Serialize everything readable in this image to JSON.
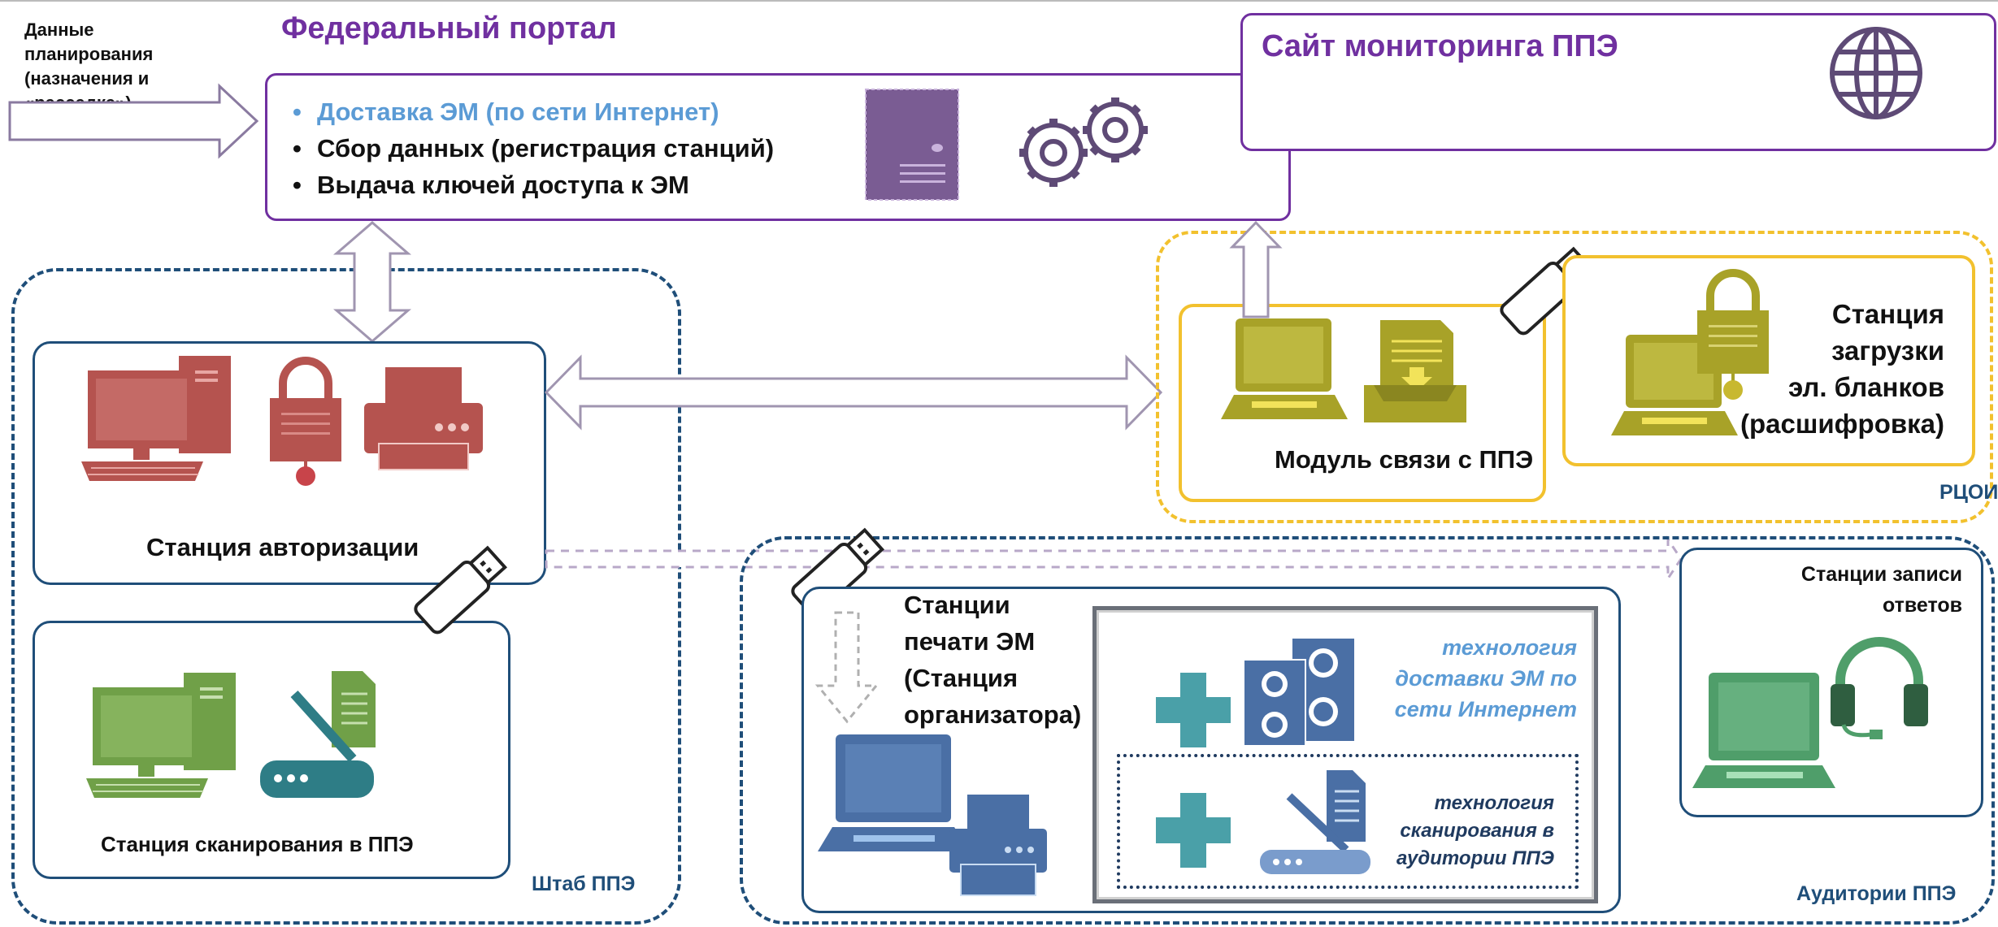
{
  "input": {
    "lines": [
      "Данные",
      "планирования",
      "(назначения и",
      "«рассадка»)"
    ]
  },
  "federal": {
    "title": "Федеральный портал",
    "bullets": [
      "Доставка ЭМ (по сети Интернет)",
      "Сбор данных (регистрация станций)",
      "Выдача ключей доступа к ЭМ"
    ]
  },
  "monitoring": {
    "title": "Сайт мониторинга ППЭ"
  },
  "shtab": {
    "label": "Штаб ППЭ",
    "auth_station": "Станция авторизации",
    "scan_station": "Станция сканирования в ППЭ"
  },
  "rcoi": {
    "label": "РЦОИ",
    "module": "Модуль связи с ППЭ",
    "upload_lines": [
      "Станция",
      "загрузки",
      "эл. бланков",
      "(расшифровка)"
    ]
  },
  "auditorii": {
    "label": "Аудитории ППЭ",
    "print_lines": [
      "Станции",
      "печати ЭМ",
      "(Станция",
      "организатора)"
    ],
    "tech_delivery_lines": [
      "технология",
      "доставки ЭМ по",
      "сети Интернет"
    ],
    "tech_scan_lines": [
      "технология",
      "сканирования в",
      "аудитории ППЭ"
    ],
    "record_lines": [
      "Станции записи",
      "ответов"
    ]
  },
  "colors": {
    "purple": "#7030a0",
    "blue_dashed": "#1f4e79",
    "gold": "#f2c12e",
    "red_icon": "#b5534f",
    "green_icon": "#70a048",
    "olive_icon": "#a8a228",
    "blue_icon": "#4a6fa5",
    "teal_icon": "#2e7d86",
    "light_blue_text": "#5b9bd5"
  }
}
